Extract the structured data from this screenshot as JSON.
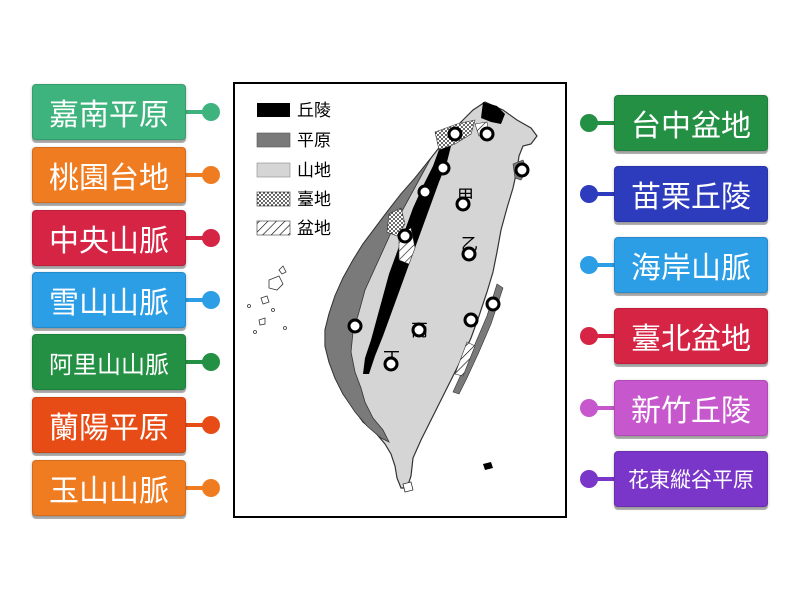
{
  "left_tiles": [
    {
      "label": "嘉南平原",
      "color": "#3fb37e"
    },
    {
      "label": "桃園台地",
      "color": "#f07c22"
    },
    {
      "label": "中央山脈",
      "color": "#d62444"
    },
    {
      "label": "雪山山脈",
      "color": "#2b9ee6"
    },
    {
      "label": "阿里山山脈",
      "color": "#239044"
    },
    {
      "label": "蘭陽平原",
      "color": "#e84c16"
    },
    {
      "label": "玉山山脈",
      "color": "#f07c22"
    }
  ],
  "right_tiles": [
    {
      "label": "台中盆地",
      "color": "#239044"
    },
    {
      "label": "苗栗丘陵",
      "color": "#2d3bbd"
    },
    {
      "label": "海岸山脈",
      "color": "#2b9ee6"
    },
    {
      "label": "臺北盆地",
      "color": "#d62444"
    },
    {
      "label": "新竹丘陵",
      "color": "#c657cc"
    },
    {
      "label": "花東縱谷平原",
      "color": "#7a35c9"
    }
  ],
  "map": {
    "legend": [
      {
        "label": "丘陵",
        "pattern": "black"
      },
      {
        "label": "平原",
        "pattern": "dark-gray"
      },
      {
        "label": "山地",
        "pattern": "light-gray"
      },
      {
        "label": "臺地",
        "pattern": "dotted"
      },
      {
        "label": "盆地",
        "pattern": "hatched"
      }
    ],
    "markers": [
      "甲",
      "乙",
      "丙",
      "丁"
    ]
  }
}
